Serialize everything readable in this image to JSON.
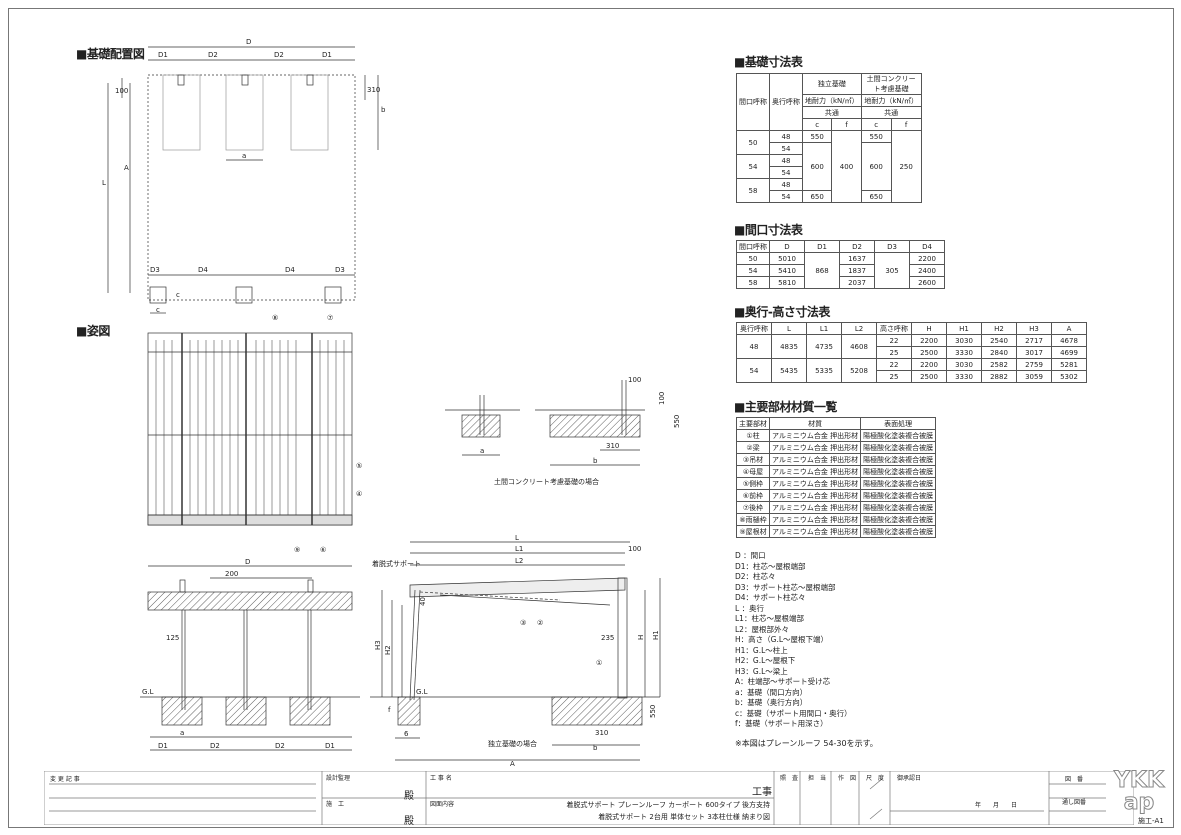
{
  "headings": {
    "layout": "■基礎配置図",
    "elevation": "■姿図",
    "found_table": "■基礎寸法表",
    "width_table": "■間口寸法表",
    "depth_table": "■奥行-高さ寸法表",
    "material_table": "■主要部材材質一覧"
  },
  "found_table": {
    "h_width": "間口呼称",
    "h_depth": "奥行呼称",
    "h_indep": "独立基礎",
    "h_soil": "土間コンクリート考慮基礎",
    "h_bearing": "地耐力（kN/㎡）",
    "h_common": "共通",
    "h_c": "c",
    "h_f": "f",
    "rows": [
      {
        "w": "50",
        "d": "48"
      },
      {
        "d": "54"
      },
      {
        "w": "54",
        "d": "48"
      },
      {
        "d": "54"
      },
      {
        "w": "58",
        "d": "48"
      },
      {
        "d": "54"
      }
    ],
    "indep_c": [
      "550",
      "600",
      "650"
    ],
    "indep_f": "400",
    "soil_c": [
      "550",
      "600",
      "650"
    ],
    "soil_f": "250"
  },
  "width_table": {
    "headers": [
      "間口呼称",
      "D",
      "D1",
      "D2",
      "D3",
      "D4"
    ],
    "rows": [
      [
        "50",
        "5010",
        "1637",
        "2200"
      ],
      [
        "54",
        "5410",
        "1837",
        "2400"
      ],
      [
        "58",
        "5810",
        "2037",
        "2600"
      ]
    ],
    "d1": "868",
    "d3": "305"
  },
  "depth_table": {
    "headers": [
      "奥行呼称",
      "L",
      "L1",
      "L2",
      "高さ呼称",
      "H",
      "H1",
      "H2",
      "H3",
      "A"
    ],
    "groups": [
      {
        "depth": "48",
        "L": "4835",
        "L1": "4735",
        "L2": "4608",
        "rows": [
          [
            "22",
            "2200",
            "3030",
            "2540",
            "2717",
            "4678"
          ],
          [
            "25",
            "2500",
            "3330",
            "2840",
            "3017",
            "4699"
          ]
        ]
      },
      {
        "depth": "54",
        "L": "5435",
        "L1": "5335",
        "L2": "5208",
        "rows": [
          [
            "22",
            "2200",
            "3030",
            "2582",
            "2759",
            "5281"
          ],
          [
            "25",
            "2500",
            "3330",
            "2882",
            "3059",
            "5302"
          ]
        ]
      }
    ]
  },
  "material_table": {
    "headers": [
      "主要部材",
      "材質",
      "表面処理"
    ],
    "rows": [
      [
        "①柱",
        "アルミニウム合金 押出形材",
        "陽極酸化塗装複合被膜"
      ],
      [
        "②梁",
        "アルミニウム合金 押出形材",
        "陽極酸化塗装複合被膜"
      ],
      [
        "③吊材",
        "アルミニウム合金 押出形材",
        "陽極酸化塗装複合被膜"
      ],
      [
        "④母屋",
        "アルミニウム合金 押出形材",
        "陽極酸化塗装複合被膜"
      ],
      [
        "⑤側枠",
        "アルミニウム合金 押出形材",
        "陽極酸化塗装複合被膜"
      ],
      [
        "⑥前枠",
        "アルミニウム合金 押出形材",
        "陽極酸化塗装複合被膜"
      ],
      [
        "⑦後枠",
        "アルミニウム合金 押出形材",
        "陽極酸化塗装複合被膜"
      ],
      [
        "⑧雨樋枠",
        "アルミニウム合金 押出形材",
        "陽極酸化塗装複合被膜"
      ],
      [
        "⑨屋根材",
        "アルミニウム合金 押出形材",
        "陽極酸化塗装複合被膜"
      ]
    ]
  },
  "legend": [
    "D ：間口",
    "D1：柱芯～屋根端部",
    "D2：柱芯々",
    "D3：サポート柱芯～屋根端部",
    "D4：サポート柱芯々",
    "L ：奥行",
    "L1：柱芯～屋根端部",
    "L2：屋根部外々",
    "H：高さ（G.L～屋根下端）",
    "H1：G.L～柱上",
    "H2：G.L～屋根下",
    "H3：G.L～梁上",
    "A：柱端部～サポート受け芯",
    "a：基礎（間口方向）",
    "b：基礎（奥行方向）",
    "c：基礎（サポート用間口・奥行）",
    "f：基礎（サポート用深さ）"
  ],
  "note": "※本図はプレーンルーフ 54-30を示す。",
  "drawing_labels": {
    "D": "D",
    "D1": "D1",
    "D2": "D2",
    "D3": "D3",
    "D4": "D4",
    "L": "L",
    "L1": "L1",
    "L2": "L2",
    "A": "A",
    "a": "a",
    "b": "b",
    "c": "c",
    "f": "f",
    "H": "H",
    "H1": "H1",
    "H2": "H2",
    "H3": "H3",
    "GL": "G.L",
    "d100": "100",
    "d310": "310",
    "d550": "550",
    "d200": "200",
    "d125": "125",
    "d235": "235",
    "d40": "40",
    "d6": "6",
    "support": "着脱式サポート",
    "soil_case": "土間コンクリート考慮基礎の場合",
    "indep_case": "独立基礎の場合",
    "n1": "①",
    "n2": "②",
    "n3": "③",
    "n4": "④",
    "n5": "⑤",
    "n6": "⑥",
    "n7": "⑦",
    "n8": "⑧",
    "n9": "⑨"
  },
  "title_block": {
    "changes": "変 更 記 事",
    "design": "設計監理",
    "builder": "施　工",
    "honorific": "殿",
    "project_name": "工 事 名",
    "project_suffix": "工事",
    "drawing_content": "図面内容",
    "title_line1": "着脱式サポート プレーンルーフ カーポート 600タイプ 後方支持",
    "title_line2": "着脱式サポート 2台用 単体セット 3本柱仕様 納まり図",
    "approve": "照　査",
    "charge": "担　当",
    "draft": "作　図",
    "scale": "尺　度",
    "approval_date": "御承認日",
    "date": "年　　月　　日",
    "drawing_no": "図　番",
    "serial_no": "通し図番",
    "logo": "YKK ap",
    "sheet": "施工-A1"
  }
}
